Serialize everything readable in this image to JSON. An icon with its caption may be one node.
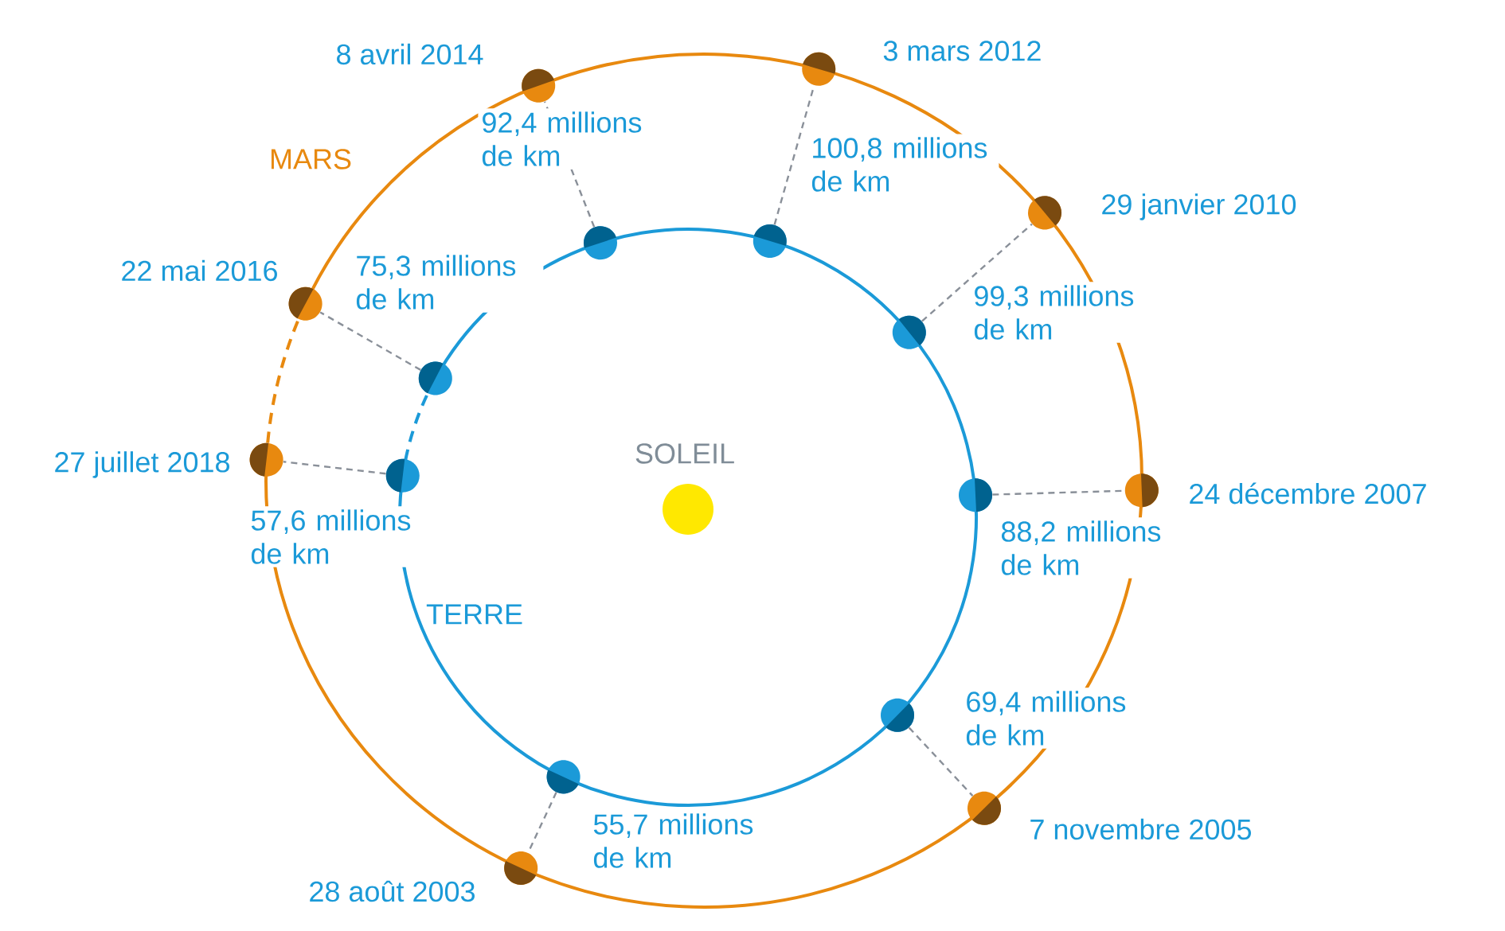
{
  "diagram": {
    "nodes": [
      {
        "text": [
          "SOLEIL"
        ]
      },
      {
        "text": [],
        "shape": "circle"
      },
      {
        "text": [],
        "shape": "circle",
        "beside": [
          "28 août 2003"
        ]
      },
      {
        "text": [],
        "shape": "circle"
      },
      {
        "text": [],
        "shape": "circle",
        "beside": [
          "7 novembre 2005"
        ]
      },
      {
        "text": [],
        "shape": "circle"
      },
      {
        "text": [],
        "shape": "circle",
        "beside": [
          "24 décembre 2007"
        ]
      },
      {
        "text": [],
        "shape": "circle"
      },
      {
        "text": [],
        "shape": "circle",
        "beside": [
          "29 janvier 2010"
        ]
      },
      {
        "text": [],
        "shape": "circle"
      },
      {
        "text": [],
        "shape": "circle",
        "beside": [
          "3 mars 2012"
        ]
      },
      {
        "text": [],
        "shape": "circle"
      },
      {
        "text": [],
        "shape": "circle",
        "beside": [
          "8 avril 2014"
        ]
      },
      {
        "text": [],
        "shape": "circle"
      },
      {
        "text": [],
        "shape": "circle",
        "beside": [
          "22 mai 2016"
        ]
      },
      {
        "text": [],
        "shape": "circle"
      },
      {
        "text": [],
        "shape": "circle",
        "beside": [
          "27 juillet 2018"
        ]
      }
    ],
    "edges": [
      {
        "from": 1,
        "to": 2,
        "arrow": "none",
        "style": "dashed",
        "label": "55,7 millions de km"
      },
      {
        "from": 3,
        "to": 4,
        "arrow": "none",
        "style": "dashed",
        "label": "69,4 millions de km"
      },
      {
        "from": 5,
        "to": 6,
        "arrow": "none",
        "style": "dashed",
        "label": "88,2 millions de km"
      },
      {
        "from": 7,
        "to": 8,
        "arrow": "none",
        "style": "dashed",
        "label": "99,3 millions de km"
      },
      {
        "from": 9,
        "to": 10,
        "arrow": "none",
        "style": "dashed",
        "label": "100,8 millions de km"
      },
      {
        "from": 11,
        "to": 12,
        "arrow": "none",
        "style": "dashed",
        "label": "92,4 millions de km"
      },
      {
        "from": 13,
        "to": 14,
        "arrow": "none",
        "style": "dashed",
        "label": "75,3 millions de km"
      },
      {
        "from": 15,
        "to": 16,
        "arrow": "none",
        "style": "dashed",
        "label": "57,6 millions de km"
      }
    ],
    "labels": [
      "MARS",
      "TERRE"
    ]
  }
}
